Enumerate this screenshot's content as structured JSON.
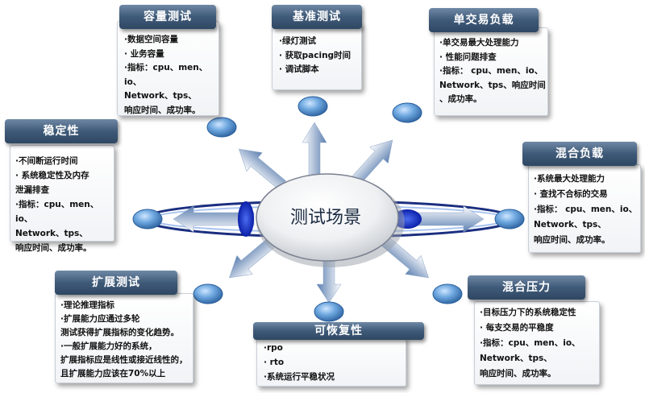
{
  "center": {
    "label": "测试场景"
  },
  "colors": {
    "tab_dark": "#2e4763",
    "arrow": "#5c7fb0",
    "bubble": "#3f7fc0"
  },
  "nodes": {
    "capacity": {
      "title": "容量测试",
      "lines": [
        "·数据空间容量",
        "· 业务容量",
        "·指标：cpu、men、io、",
        "Network、tps、",
        "响应时间、成功率。"
      ]
    },
    "baseline": {
      "title": "基准测试",
      "lines": [
        "·绿灯测试",
        "· 获取pacing时间",
        "· 调试脚本"
      ]
    },
    "single_load": {
      "title": "单交易负载",
      "lines": [
        "·单交易最大处理能力",
        "· 性能问题排查",
        "·指标：  cpu、men、io、",
        "Network、tps、响应时间",
        "、成功率。"
      ]
    },
    "stability": {
      "title": "稳定性",
      "lines": [
        "·不间断运行时间",
        "· 系统稳定性及内存",
        "泄漏排查",
        "·指标：cpu、men、io、",
        "Network、tps、",
        "响应时间、成功率。"
      ]
    },
    "mixed_load": {
      "title": "混合负载",
      "lines": [
        "·系统最大处理能力",
        "· 查找不合标的交易",
        "·指标：  cpu、men、io、",
        "Network、tps、",
        "响应时间、成功率。"
      ]
    },
    "scaling": {
      "title": "扩展测试",
      "lines": [
        "·理论推理指标",
        "·扩展能力应通过多轮",
        "测试获得扩展指标的变化趋势。",
        "·一般扩展能力好的系统，",
        "扩展指标应是线性或接近线性的，",
        "且扩展能力应该在70%以上"
      ]
    },
    "recovery": {
      "title": "可恢复性",
      "lines": [
        "·rpo",
        "· rto",
        "·系统运行平稳状况"
      ]
    },
    "mixed_pressure": {
      "title": "混合压力",
      "lines": [
        "·目标压力下的系统稳定性",
        "· 每支交易的平稳度",
        "·指标：cpu、men、io、",
        "Network、tps、",
        "响应时间、成功率。"
      ]
    }
  }
}
